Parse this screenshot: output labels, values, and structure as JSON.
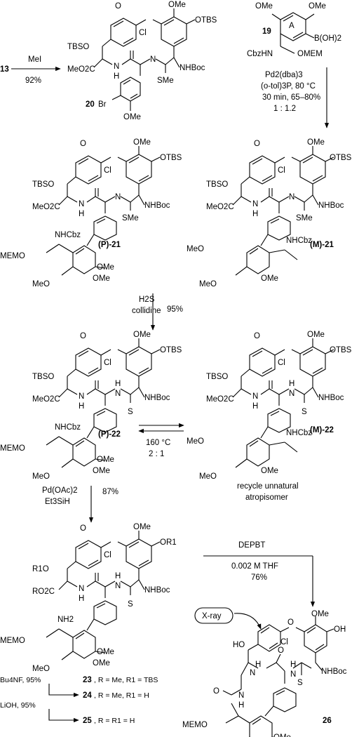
{
  "step1": {
    "start": "13",
    "reagent": "MeI",
    "yield": "92%",
    "product": "20"
  },
  "compound19": {
    "number": "19",
    "ring_label": "A",
    "boronic": "B(OH)2",
    "amine": "CbzHN",
    "ether": "OMEM",
    "ome": "OMe"
  },
  "step2": {
    "line1": "Pd2(dba)3",
    "line2": "(o-tol)3P, 80 °C",
    "line3": "30 min, 65–80%",
    "ratio": "1 : 1.2"
  },
  "labels": {
    "P21": "(P)-21",
    "M21": "(M)-21",
    "P22": "(P)-22",
    "M22": "(M)-22"
  },
  "step3": {
    "reagent1": "H2S",
    "reagent2": "collidine",
    "yield": "95%"
  },
  "equilibrium": {
    "temp": "160 °C",
    "ratio": "2 : 1"
  },
  "recycle": {
    "line1": "recycle unnatural",
    "line2": "atropisomer"
  },
  "step4": {
    "reagent1": "Pd(OAc)2",
    "reagent2": "Et3SiH",
    "yield": "87%"
  },
  "step5": {
    "reagent": "DEPBT",
    "conditions": "0.002 M THF",
    "yield": "76%"
  },
  "xray": {
    "label": "X-ray"
  },
  "product26": {
    "number": "26"
  },
  "deprotection": [
    {
      "reagent": "Bu4NF, 95%",
      "compound": "23",
      "desc": ", R = Me, R1 = TBS"
    },
    {
      "reagent": "LiOH, 95%",
      "compound": "24",
      "desc": ", R = Me, R1 = H"
    },
    {
      "compound": "25",
      "desc": ", R = R1 = H"
    }
  ],
  "groups": {
    "ome": "OMe",
    "otbs": "OTBS",
    "tbso": "TBSO",
    "cl": "Cl",
    "meo2c": "MeO2C",
    "nhboc": "NHBoc",
    "sme": "SMe",
    "n": "N",
    "h": "H",
    "o": "O",
    "s": "S",
    "br": "Br",
    "nhcbz": "NHCbz",
    "memo": "MEMO",
    "meo": "MeO",
    "r1o": "R1O",
    "or1": "OR1",
    "ro2c": "RO2C",
    "nh2": "NH2",
    "oh": "OH",
    "ho": "HO"
  }
}
